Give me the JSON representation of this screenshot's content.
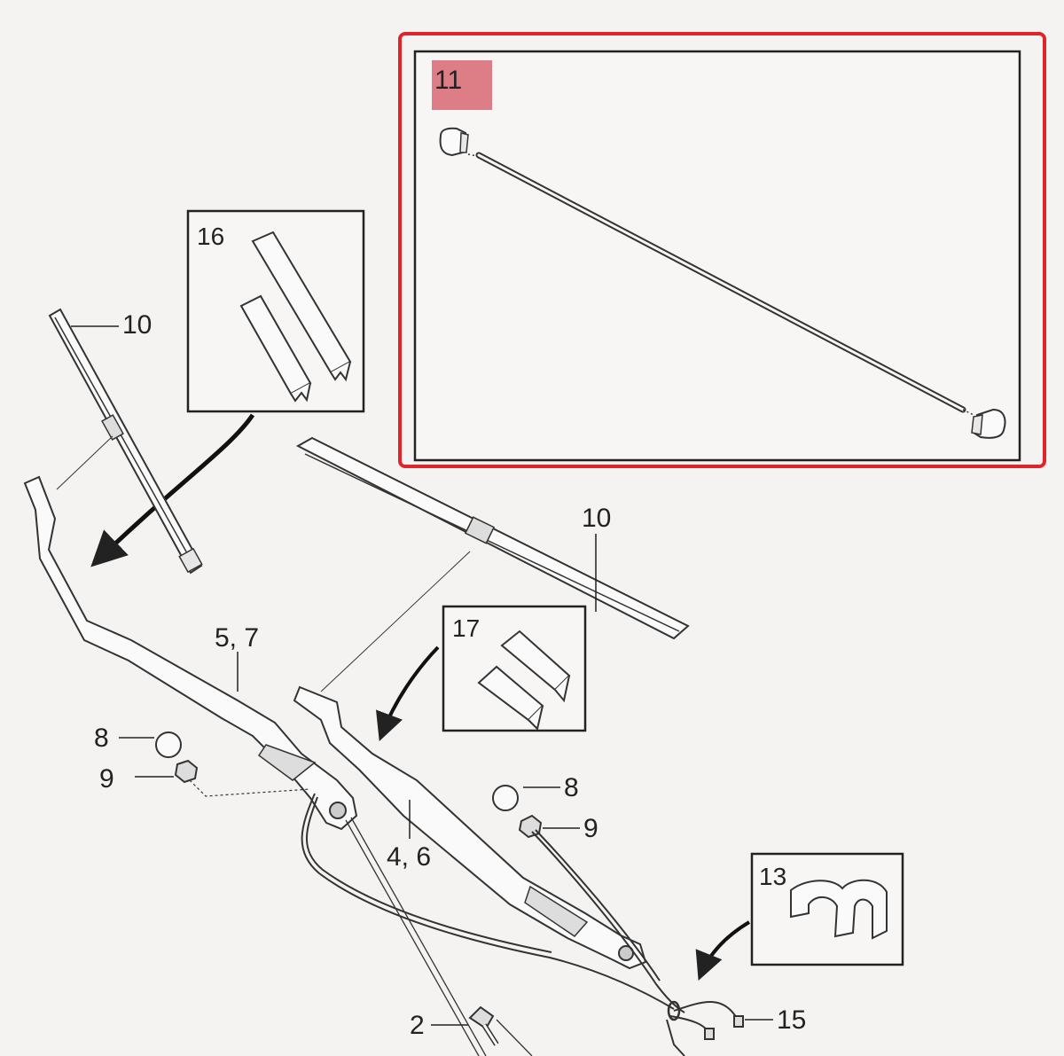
{
  "diagram": {
    "highlight_color": "#e0242c",
    "tag_color": "#d9717a",
    "callouts": {
      "c11": "11",
      "c16": "16",
      "c10a": "10",
      "c10b": "10",
      "c57": "5, 7",
      "c17": "17",
      "c8a": "8",
      "c9a": "9",
      "c8b": "8",
      "c9b": "9",
      "c46": "4, 6",
      "c13": "13",
      "c2": "2",
      "c15": "15"
    }
  }
}
